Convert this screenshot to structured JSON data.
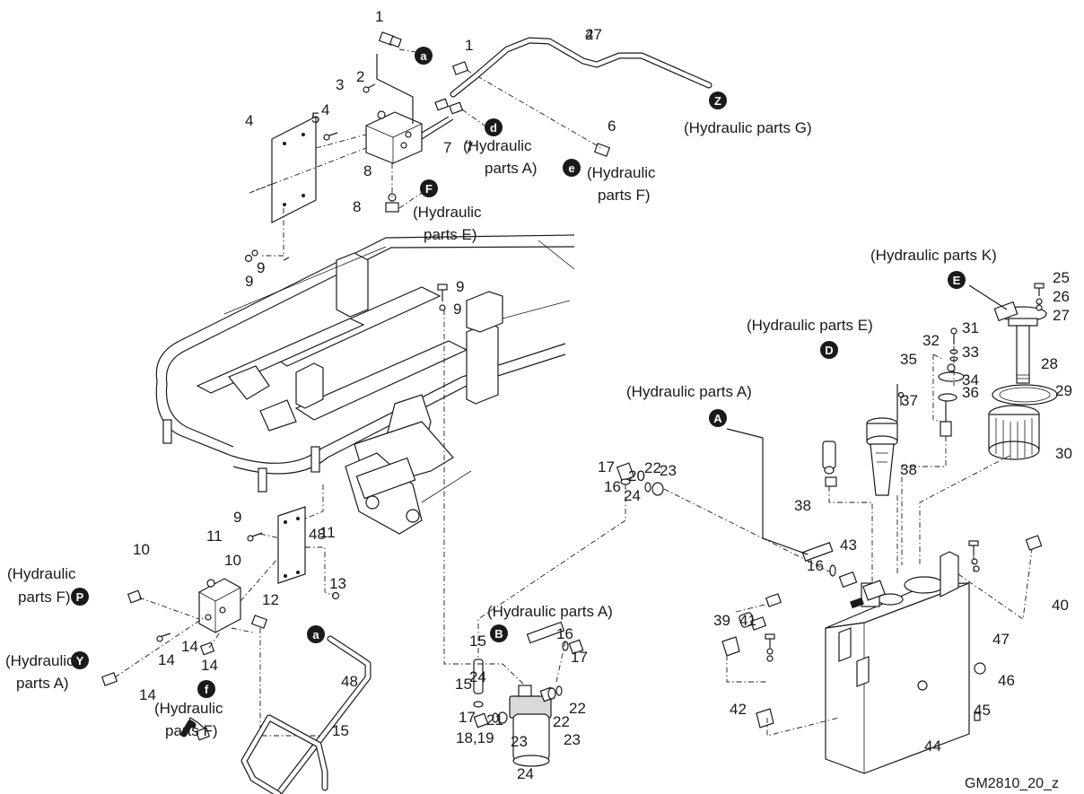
{
  "colors": {
    "ink": "#1a1a1a",
    "background": "#ffffff",
    "shade": "#d9d9d9"
  },
  "drawing_code": "GM2810_20_z",
  "part_numbers": [
    "1",
    "1",
    "2",
    "2",
    "3",
    "4",
    "4",
    "5",
    "6",
    "7",
    "7",
    "8",
    "8",
    "9",
    "9",
    "9",
    "9",
    "9",
    "10",
    "10",
    "11",
    "11",
    "12",
    "13",
    "14",
    "14",
    "14",
    "14",
    "15",
    "15",
    "15",
    "16",
    "16",
    "16",
    "17",
    "17",
    "17",
    "18,19",
    "20",
    "21",
    "22",
    "22",
    "22",
    "23",
    "23",
    "23",
    "24",
    "24",
    "24",
    "25",
    "26",
    "27",
    "28",
    "29",
    "30",
    "31",
    "32",
    "33",
    "34",
    "35",
    "36",
    "37",
    "38",
    "38",
    "39",
    "40",
    "41",
    "42",
    "43",
    "44",
    "45",
    "46",
    "47",
    "47",
    "48",
    "48"
  ],
  "references": [
    "(Hydraulic parts G)",
    "(Hydraulic parts A)",
    "(Hydraulic parts F)",
    "(Hydraulic parts E)",
    "(Hydraulic parts K)",
    "(Hydraulic parts E)",
    "(Hydraulic parts A)",
    "(Hydraulic parts F)",
    "(Hydraulic parts A)",
    "(Hydraulic parts A)",
    "(Hydraulic parts F)"
  ],
  "markers": [
    "a",
    "d",
    "e",
    "F",
    "Z",
    "E",
    "D",
    "A",
    "B",
    "P",
    "Y",
    "a",
    "f"
  ]
}
